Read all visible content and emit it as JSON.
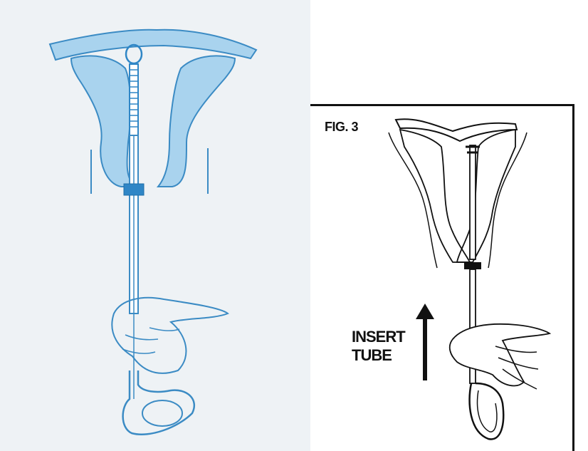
{
  "left_figure": {
    "colors": {
      "stroke": "#3b8bc4",
      "fill": "#a9d3ee",
      "fill_dark": "#2f86c6",
      "background": "#eef2f5"
    }
  },
  "right_figure": {
    "fig_label": "FIG. 3",
    "arrow_label_line1": "INSERT",
    "arrow_label_line2": "TUBE",
    "colors": {
      "ink": "#111111"
    }
  }
}
